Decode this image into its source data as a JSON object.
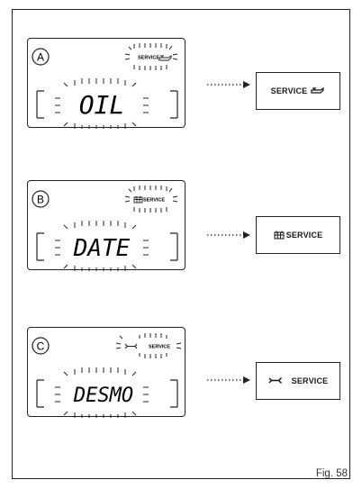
{
  "figure": {
    "caption": "Fig. 58"
  },
  "panels": [
    {
      "label": "A",
      "indicator_text": "SERVICE",
      "indicator_icon": "oil-can-icon",
      "lcd_text": "OIL",
      "display_text": "SERVICE",
      "display_icon": "oil-can-icon"
    },
    {
      "label": "B",
      "indicator_text": "SERVICE",
      "indicator_icon": "calendar-icon",
      "lcd_text": "DATE",
      "display_text": "SERVICE",
      "display_icon": "calendar-icon"
    },
    {
      "label": "C",
      "indicator_text": "SERVICE",
      "indicator_icon": "wrench-icon",
      "lcd_text": "DESMO",
      "display_text": "SERVICE",
      "display_icon": "wrench-icon"
    }
  ]
}
